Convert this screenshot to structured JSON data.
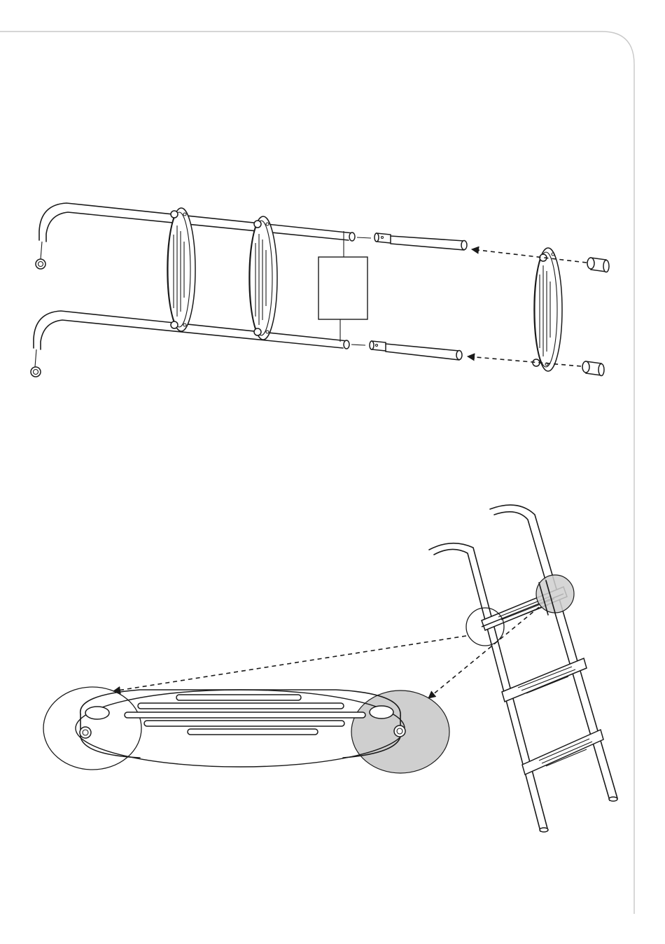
{
  "page": {
    "frame_color": "#c8c8c8",
    "line_color": "#1a1a1a",
    "highlight_color": "#cfcfcf"
  },
  "exploded_view": {
    "label_box_text": "",
    "parts": [
      "side-rail-bent-top",
      "side-rail-bent-bottom",
      "step-1",
      "step-2",
      "step-3",
      "rail-extension-top",
      "rail-extension-bottom",
      "foot-cap-top",
      "foot-cap-bottom",
      "rubber-end-cap-top",
      "rubber-end-cap-bottom"
    ]
  },
  "detail_view": {
    "callouts": [
      "left-bolt-detail",
      "right-bolt-detail"
    ]
  },
  "assembled_view": {
    "steps": 3
  }
}
